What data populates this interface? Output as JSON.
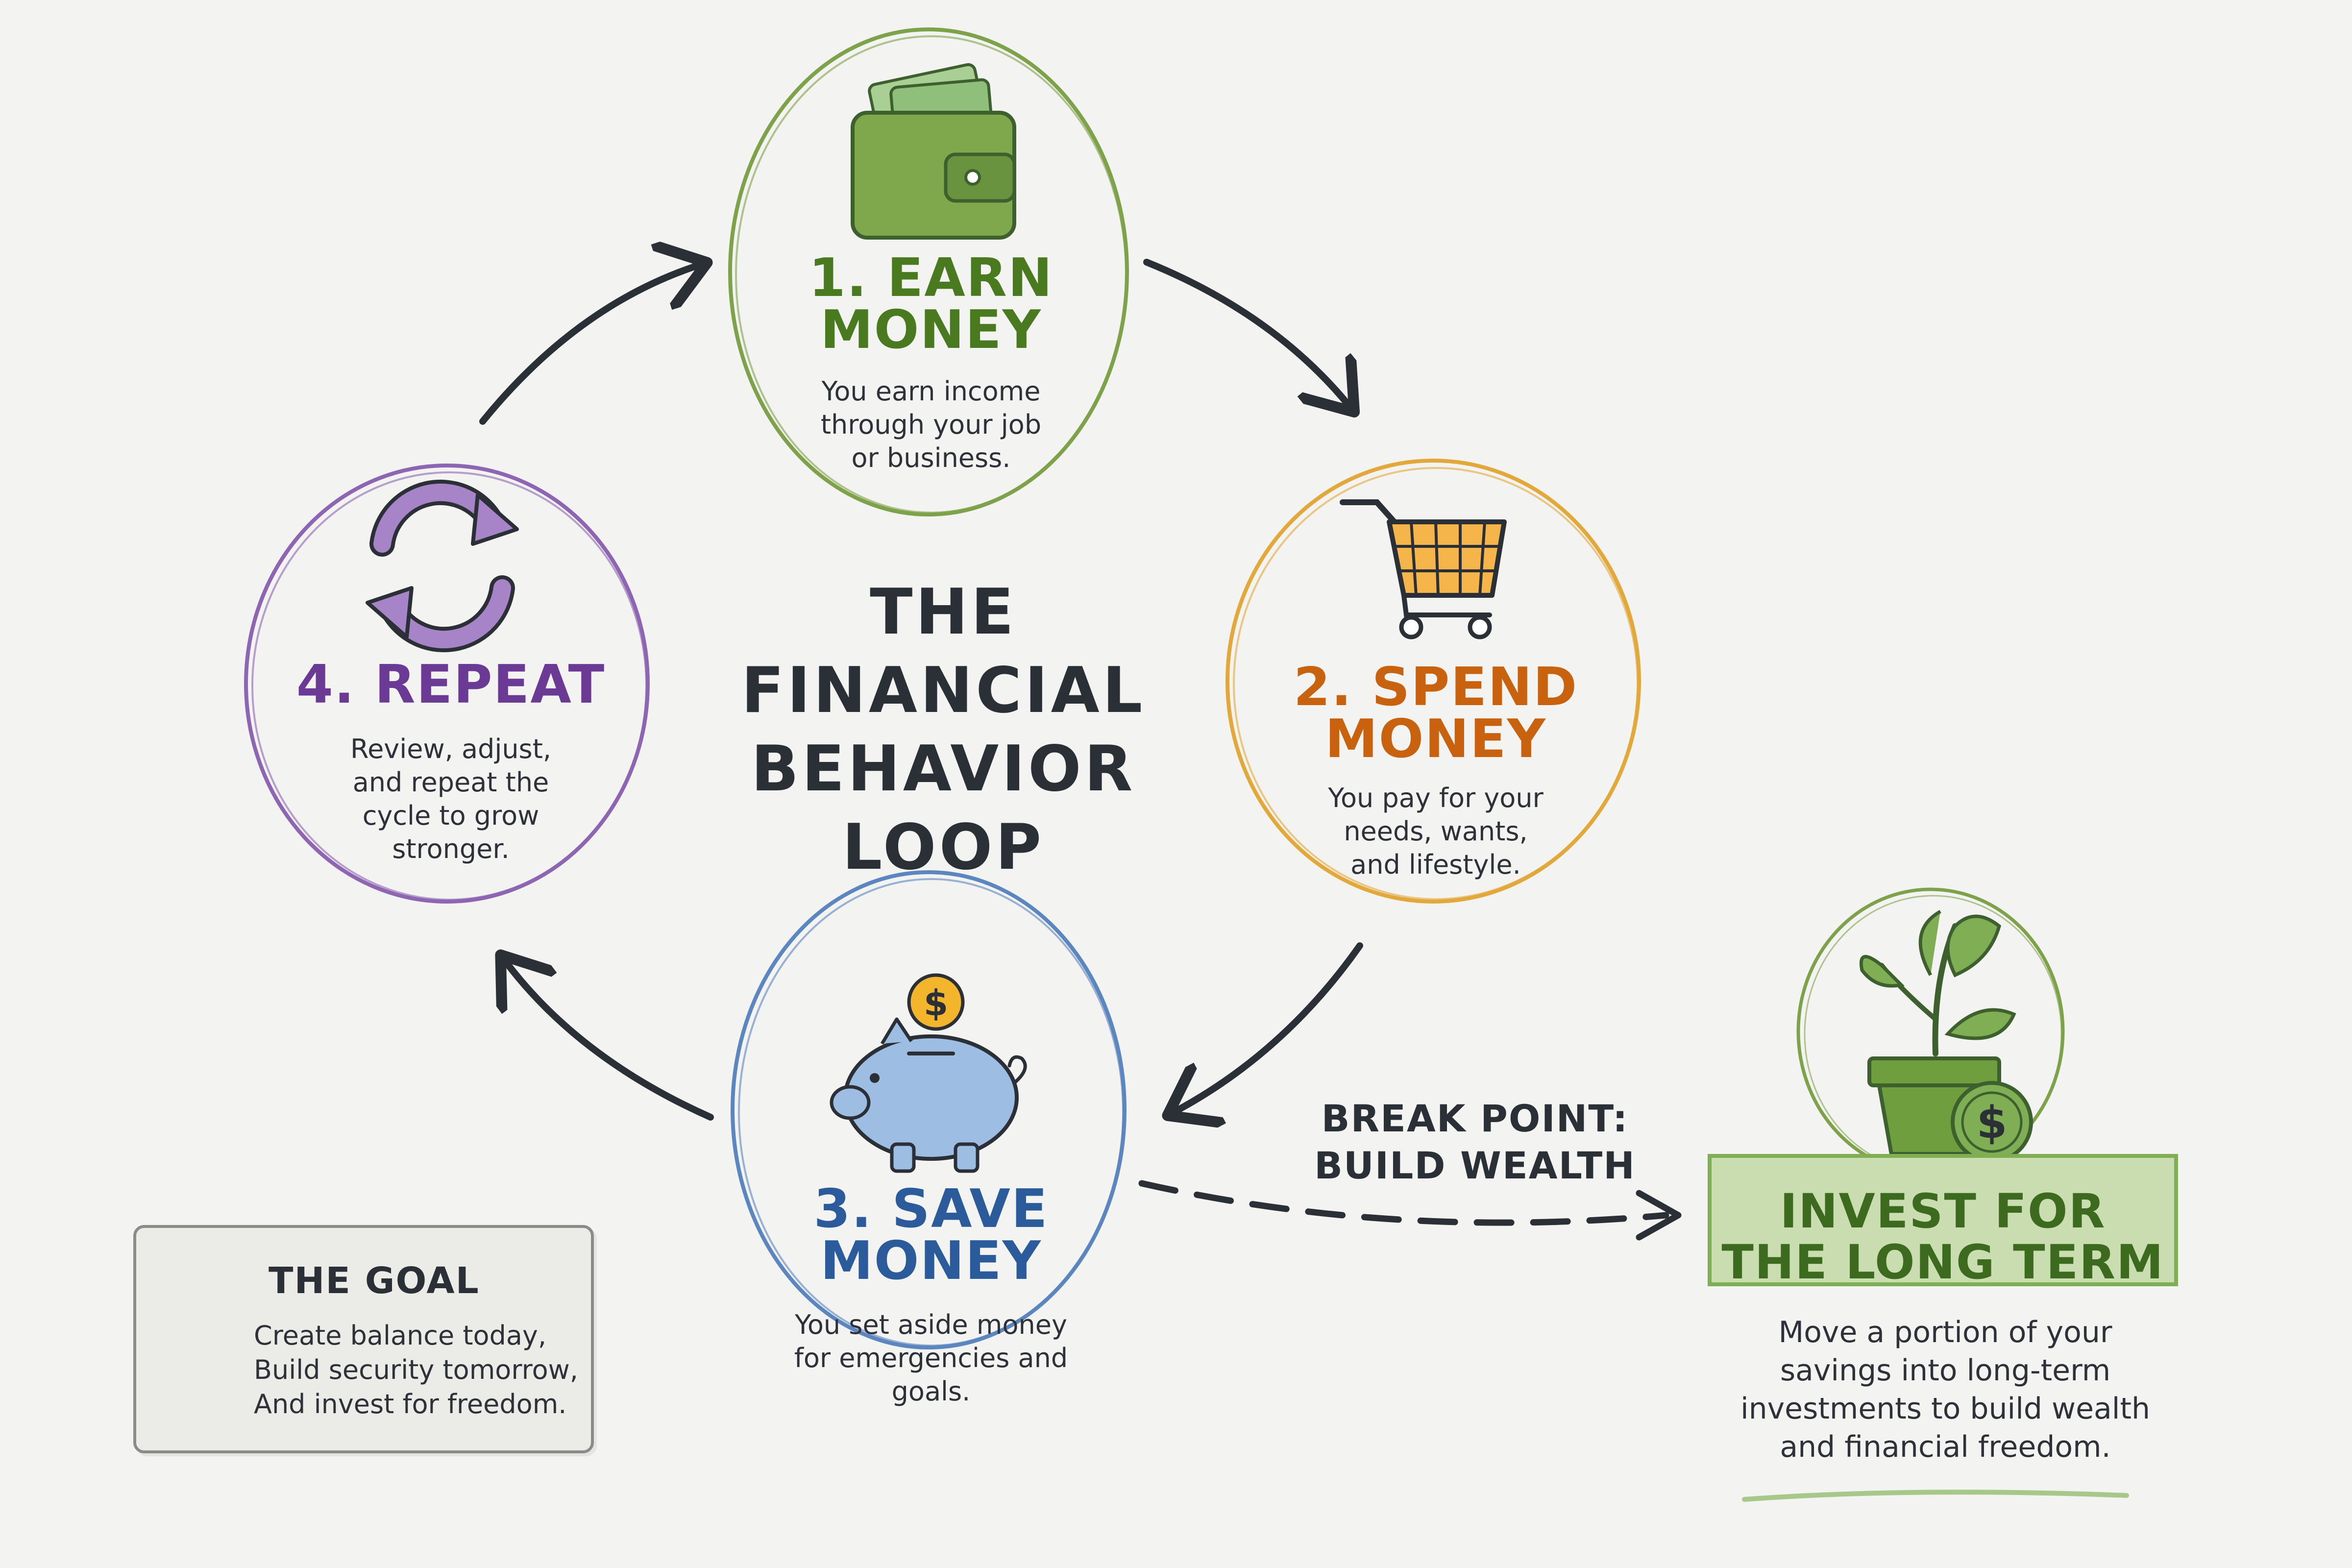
{
  "title": "THE\nFINANCIAL\nBEHAVIOR\nLOOP",
  "stages": {
    "earn": {
      "title": "1. EARN\nMONEY",
      "desc": "You earn income\nthrough your job\nor business.",
      "color": "#4a7a1f",
      "ring": "#7ea24a"
    },
    "spend": {
      "title": "2. SPEND\nMONEY",
      "desc": "You pay for your\nneeds, wants,\nand lifestyle.",
      "color": "#c8620f",
      "ring": "#e2a83a"
    },
    "save": {
      "title": "3. SAVE\nMONEY",
      "desc": "You set aside money\nfor emergencies and\ngoals.",
      "color": "#2c5b9c",
      "ring": "#5b86bf"
    },
    "repeat": {
      "title": "4. REPEAT",
      "desc": "Review, adjust,\nand repeat the\ncycle to grow\nstronger.",
      "color": "#6a3a95",
      "ring": "#8d65b3"
    }
  },
  "break_point": {
    "label": "BREAK POINT:\nBUILD WEALTH"
  },
  "invest": {
    "title": "INVEST FOR\nTHE LONG TERM",
    "desc": "Move a portion of your\nsavings into long-term\ninvestments to build wealth\nand financial freedom.",
    "color": "#3c6a1e"
  },
  "goal": {
    "heading": "THE GOAL",
    "text": "Create balance today,\nBuild security tomorrow,\nAnd invest for freedom."
  },
  "icons": {
    "earn": "wallet-icon",
    "spend": "shopping-cart-icon",
    "save": "piggy-bank-icon",
    "repeat": "refresh-arrows-icon",
    "invest": "plant-pot-icon",
    "goal": "lightbulb-icon"
  }
}
